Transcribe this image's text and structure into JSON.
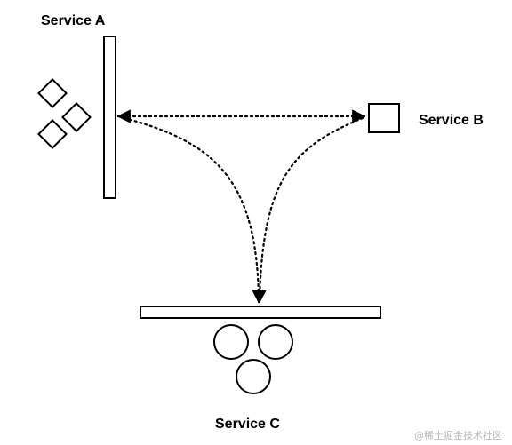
{
  "labels": {
    "service_a": "Service A",
    "service_b": "Service B",
    "service_c": "Service C"
  },
  "watermark": "@稀土掘金技术社区",
  "colors": {
    "stroke": "#000000",
    "fill": "#ffffff",
    "watermark": "#b8b8b8"
  },
  "edges": [
    {
      "from": "service-b",
      "to": "service-a",
      "style": "dotted",
      "arrow": "both"
    },
    {
      "from": "service-a",
      "to": "service-c",
      "style": "dotted",
      "arrow": "to"
    },
    {
      "from": "service-b",
      "to": "service-c",
      "style": "dotted",
      "arrow": "to"
    }
  ]
}
